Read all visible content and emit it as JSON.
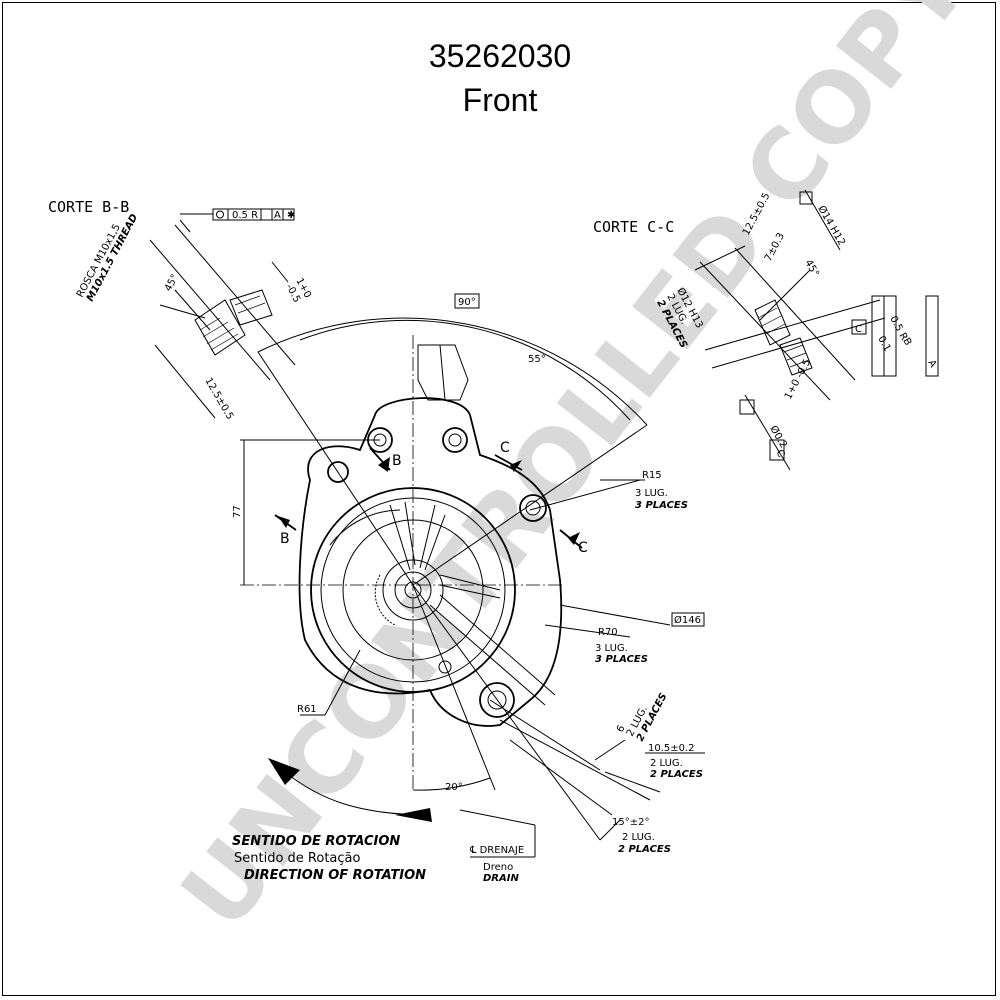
{
  "title": {
    "part_number": "35262030",
    "view": "Front"
  },
  "watermark": "UNCONTROLLED COPY",
  "sections": {
    "b_b": "CORTE B-B",
    "c_c": "CORTE C-C"
  },
  "corte_bb": {
    "thread_1": "ROSCA M10x1,5",
    "thread_2": "M10x1.5 THREAD",
    "angle": "45°",
    "depth": "12.5±0.5",
    "tol_top": "1+0",
    "tol_bot": "-0.5",
    "fcf": [
      "0.5 R",
      "A"
    ]
  },
  "corte_cc": {
    "depth": "12.5±0.5",
    "depth2": "7±0.3",
    "angle": "45°",
    "hole_dia": "Ø14 H12",
    "bore_1": "Ø12 H13",
    "bore_2": "2 LUG.",
    "bore_3": "2 PLACES",
    "tol": "1+0 -0.5",
    "datum": "C",
    "fcf_right": [
      "0.5 R",
      "0.1",
      "B",
      "A"
    ],
    "fcf_bottom": [
      "Ø0.2",
      "C"
    ]
  },
  "front": {
    "angle_90": "90°",
    "angle_55": "55°",
    "dim_77": "77",
    "marker_b": "B",
    "marker_c": "C",
    "r15": "R15",
    "lug_3": "3 LUG.",
    "places_3": "3 PLACES",
    "dia_146": "Ø146",
    "r70": "R70",
    "r61": "R61",
    "dim_6": "6",
    "lug_2": "2 LUG.",
    "places_2": "2 PLACES",
    "dim_105": "10.5±0.2",
    "dim_15": "15°±2°",
    "angle_20": "20°",
    "drain_1": "℄ DRENAJE",
    "drain_2": "Dreno",
    "drain_3": "DRAIN"
  },
  "rotation": {
    "es": "SENTIDO DE ROTACION",
    "pt": "Sentido de Rotação",
    "en": "DIRECTION OF ROTATION"
  }
}
